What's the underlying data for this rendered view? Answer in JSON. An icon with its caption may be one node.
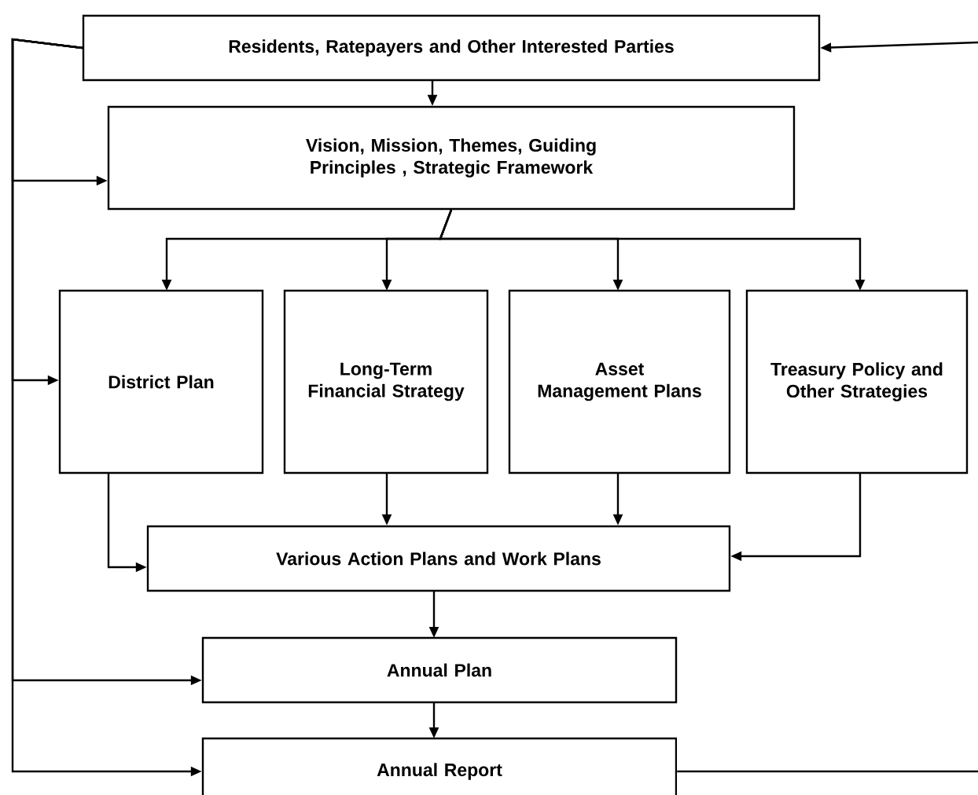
{
  "diagram": {
    "nodes": [
      {
        "text": [
          "Residents, Ratepayers and Other Interested Parties"
        ]
      },
      {
        "text": [
          "Vision, Mission, Themes, Guiding Principles , Strategic Framework"
        ]
      },
      {
        "text": [
          "District Plan"
        ]
      },
      {
        "text": [
          "Long-Term Financial Strategy"
        ]
      },
      {
        "text": [
          "Asset Management Plans"
        ]
      },
      {
        "text": [
          "Treasury Policy and Other Strategies"
        ]
      },
      {
        "text": [
          "Various Action Plans and Work Plans"
        ]
      },
      {
        "text": [
          "Annual Plan"
        ]
      },
      {
        "text": [
          "Annual Report"
        ]
      }
    ],
    "edges": [
      {
        "from": 0,
        "to": 1,
        "arrow": "to"
      },
      {
        "from": 0,
        "to": 1,
        "arrow": "to"
      },
      {
        "from": 1,
        "to": 2,
        "arrow": "to"
      },
      {
        "from": 1,
        "to": 3,
        "arrow": "to"
      },
      {
        "from": 1,
        "to": 4,
        "arrow": "to"
      },
      {
        "from": 1,
        "to": 5,
        "arrow": "to"
      },
      {
        "from": 0,
        "to": 2,
        "arrow": "to"
      },
      {
        "from": 2,
        "to": 6,
        "arrow": "to"
      },
      {
        "from": 3,
        "to": 6,
        "arrow": "to"
      },
      {
        "from": 4,
        "to": 6,
        "arrow": "to"
      },
      {
        "from": 5,
        "to": 6,
        "arrow": "to"
      },
      {
        "from": 6,
        "to": 7,
        "arrow": "to"
      },
      {
        "from": 0,
        "to": 7,
        "arrow": "to"
      },
      {
        "from": 7,
        "to": 8,
        "arrow": "to"
      },
      {
        "from": 0,
        "to": 8,
        "arrow": "to"
      },
      {
        "from": null,
        "to": 0,
        "arrow": "to"
      },
      {
        "from": 8,
        "to": null,
        "arrow": "none"
      }
    ]
  }
}
